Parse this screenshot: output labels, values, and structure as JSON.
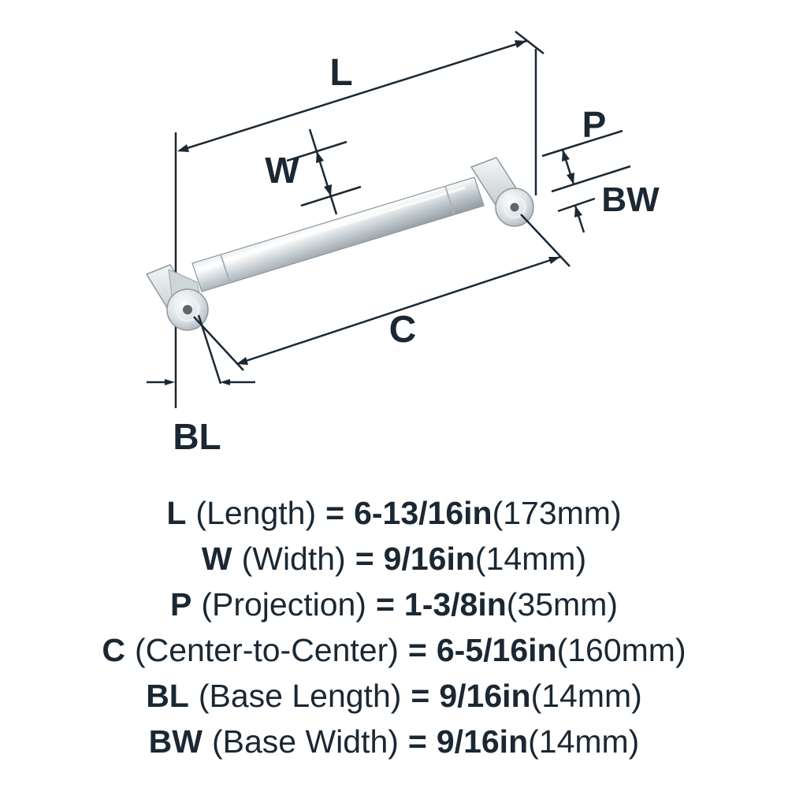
{
  "diagram": {
    "labels": {
      "length": "L",
      "width": "W",
      "projection": "P",
      "center": "C",
      "base_length": "BL",
      "base_width": "BW"
    }
  },
  "specs": [
    {
      "abbr": "L",
      "name": "(Length)",
      "eq": "=",
      "value": "6-13/16in",
      "metric": "(173mm)"
    },
    {
      "abbr": "W",
      "name": "(Width)",
      "eq": "=",
      "value": "9/16in",
      "metric": "(14mm)"
    },
    {
      "abbr": "P",
      "name": "(Projection)",
      "eq": "=",
      "value": "1-3/8in",
      "metric": "(35mm)"
    },
    {
      "abbr": "C",
      "name": "(Center-to-Center)",
      "eq": "=",
      "value": "6-5/16in",
      "metric": "(160mm)"
    },
    {
      "abbr": "BL",
      "name": "(Base Length)",
      "eq": "=",
      "value": "9/16in",
      "metric": "(14mm)"
    },
    {
      "abbr": "BW",
      "name": "(Base Width)",
      "eq": "=",
      "value": "9/16in",
      "metric": "(14mm)"
    }
  ],
  "colors": {
    "ink": "#1b2833"
  }
}
